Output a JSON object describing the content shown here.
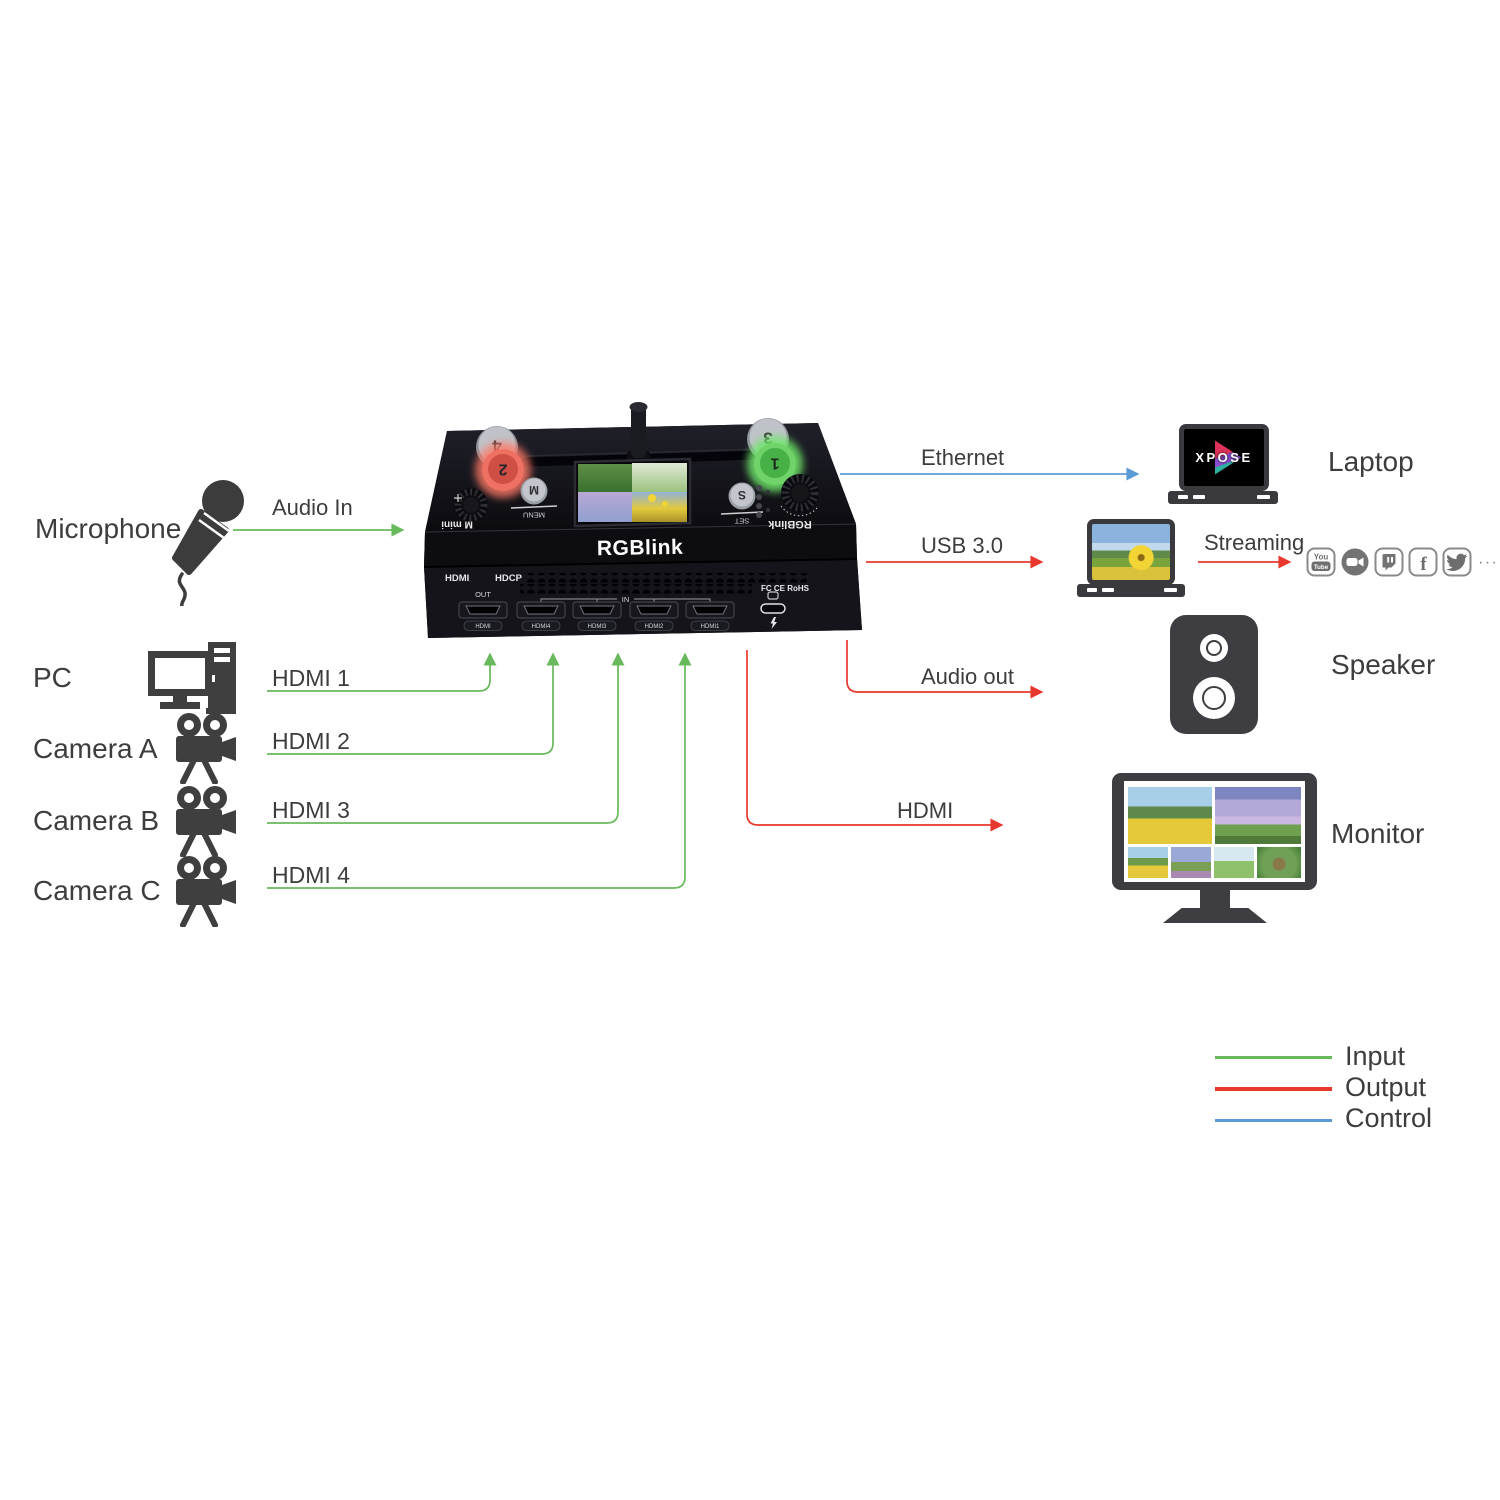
{
  "colors": {
    "input_line": "#68b95c",
    "output_line": "#e8382d",
    "control_line": "#5b9bd5",
    "text": "#3d3d3d"
  },
  "left": {
    "microphone_label": "Microphone",
    "audio_in_label": "Audio In",
    "pc_label": "PC",
    "camera_a_label": "Camera A",
    "camera_b_label": "Camera B",
    "camera_c_label": "Camera C",
    "hdmi1_label": "HDMI 1",
    "hdmi2_label": "HDMI 2",
    "hdmi3_label": "HDMI 3",
    "hdmi4_label": "HDMI 4"
  },
  "right": {
    "ethernet_label": "Ethernet",
    "laptop_label": "Laptop",
    "usb_label": "USB 3.0",
    "streaming_label": "Streaming",
    "streaming_more": "···",
    "audio_out_label": "Audio out",
    "speaker_label": "Speaker",
    "hdmi_label": "HDMI",
    "monitor_label": "Monitor",
    "xpose_logo": "XPOSE",
    "youtube_text_top": "You",
    "youtube_text_bottom": "Tube",
    "social_icons": [
      "youtube",
      "zoom",
      "twitch",
      "facebook",
      "twitter"
    ]
  },
  "device": {
    "brand": "RGBlink",
    "model": "M mini",
    "button_1": "1",
    "button_2": "2",
    "button_3": "3",
    "button_4": "4",
    "button_menu": "M",
    "menu_label": "MENU",
    "button_set": "S",
    "set_label": "SET",
    "hdmi_logo": "HDMI",
    "hdcp_logo": "HDCP",
    "out_label": "OUT",
    "in_label": "IN",
    "port_labels": [
      "HDMI",
      "HDMI4",
      "HDMI3",
      "HDMI2",
      "HDMI1"
    ],
    "cert_label": "FC CE RoHS"
  },
  "legend": {
    "items": [
      {
        "label": "Input",
        "color": "#68b95c"
      },
      {
        "label": "Output",
        "color": "#e8382d"
      },
      {
        "label": "Control",
        "color": "#5b9bd5"
      }
    ]
  }
}
